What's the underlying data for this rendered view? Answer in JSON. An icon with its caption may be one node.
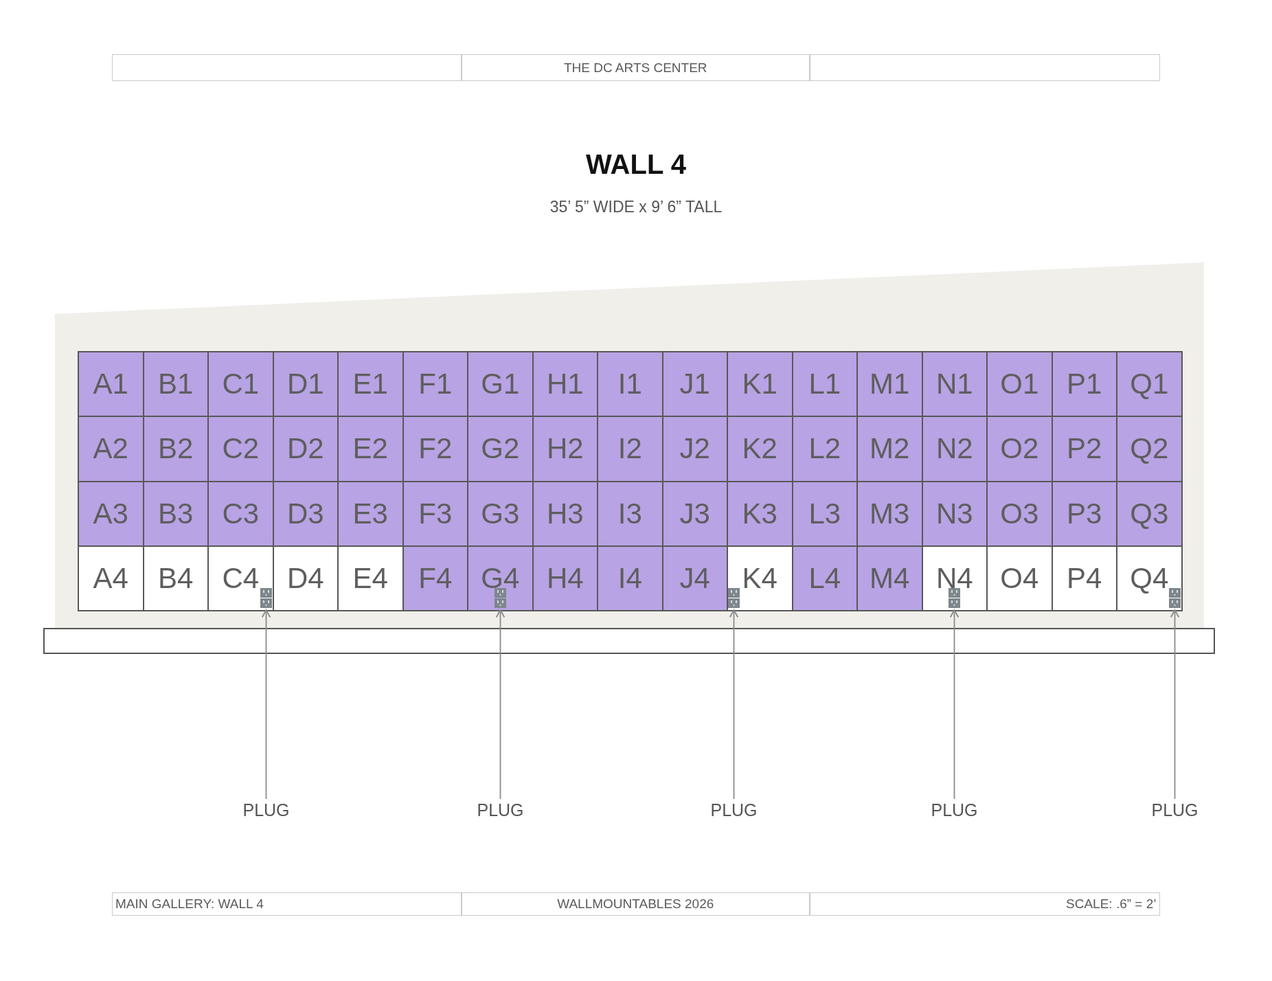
{
  "diagram": {
    "title": "WALL 4",
    "nodes": [
      {
        "text": [
          "A1"
        ]
      },
      {
        "text": [
          "B1"
        ]
      },
      {
        "text": [
          "C1"
        ]
      },
      {
        "text": [
          "D1"
        ]
      },
      {
        "text": [
          "E1"
        ]
      },
      {
        "text": [
          "F1"
        ]
      },
      {
        "text": [
          "G1"
        ]
      },
      {
        "text": [
          "H1"
        ]
      },
      {
        "text": [
          "I1"
        ]
      },
      {
        "text": [
          "J1"
        ]
      },
      {
        "text": [
          "K1"
        ]
      },
      {
        "text": [
          "L1"
        ]
      },
      {
        "text": [
          "M1"
        ]
      },
      {
        "text": [
          "N1"
        ]
      },
      {
        "text": [
          "O1"
        ]
      },
      {
        "text": [
          "P1"
        ]
      },
      {
        "text": [
          "Q1"
        ]
      },
      {
        "text": [
          "A2"
        ]
      },
      {
        "text": [
          "B2"
        ]
      },
      {
        "text": [
          "C2"
        ]
      },
      {
        "text": [
          "D2"
        ]
      },
      {
        "text": [
          "E2"
        ]
      },
      {
        "text": [
          "F2"
        ]
      },
      {
        "text": [
          "G2"
        ]
      },
      {
        "text": [
          "H2"
        ]
      },
      {
        "text": [
          "I2"
        ]
      },
      {
        "text": [
          "J2"
        ]
      },
      {
        "text": [
          "K2"
        ]
      },
      {
        "text": [
          "L2"
        ]
      },
      {
        "text": [
          "M2"
        ]
      },
      {
        "text": [
          "N2"
        ]
      },
      {
        "text": [
          "O2"
        ]
      },
      {
        "text": [
          "P2"
        ]
      },
      {
        "text": [
          "Q2"
        ]
      },
      {
        "text": [
          "A3"
        ]
      },
      {
        "text": [
          "B3"
        ]
      },
      {
        "text": [
          "C3"
        ]
      },
      {
        "text": [
          "D3"
        ]
      },
      {
        "text": [
          "E3"
        ]
      },
      {
        "text": [
          "F3"
        ]
      },
      {
        "text": [
          "G3"
        ]
      },
      {
        "text": [
          "H3"
        ]
      },
      {
        "text": [
          "I3"
        ]
      },
      {
        "text": [
          "J3"
        ]
      },
      {
        "text": [
          "K3"
        ]
      },
      {
        "text": [
          "L3"
        ]
      },
      {
        "text": [
          "M3"
        ]
      },
      {
        "text": [
          "N3"
        ]
      },
      {
        "text": [
          "O3"
        ]
      },
      {
        "text": [
          "P3"
        ]
      },
      {
        "text": [
          "Q3"
        ]
      },
      {
        "text": [
          "A4"
        ]
      },
      {
        "text": [
          "B4"
        ]
      },
      {
        "text": [
          "C4"
        ]
      },
      {
        "text": [
          "D4"
        ]
      },
      {
        "text": [
          "E4"
        ]
      },
      {
        "text": [
          "F4"
        ]
      },
      {
        "text": [
          "G4"
        ]
      },
      {
        "text": [
          "H4"
        ]
      },
      {
        "text": [
          "I4"
        ]
      },
      {
        "text": [
          "J4"
        ]
      },
      {
        "text": [
          "K4"
        ]
      },
      {
        "text": [
          "L4"
        ]
      },
      {
        "text": [
          "M4"
        ]
      },
      {
        "text": [
          "N4"
        ]
      },
      {
        "text": [
          "O4"
        ]
      },
      {
        "text": [
          "P4"
        ]
      },
      {
        "text": [
          "Q4"
        ]
      },
      {
        "text": [],
        "shape": "picture",
        "in": 53
      },
      {
        "text": [],
        "shape": "picture",
        "in": 57
      },
      {
        "text": [],
        "shape": "picture",
        "in": 61
      },
      {
        "text": [],
        "shape": "picture",
        "in": 64
      },
      {
        "text": [],
        "shape": "picture",
        "in": 67
      },
      {
        "text": [
          "PLUG"
        ]
      },
      {
        "text": [
          "PLUG"
        ]
      },
      {
        "text": [
          "PLUG"
        ]
      },
      {
        "text": [
          "PLUG"
        ]
      },
      {
        "text": [
          "PLUG"
        ]
      }
    ],
    "edges": [
      {
        "from": 73,
        "to": 68,
        "arrow": "to"
      },
      {
        "from": 74,
        "to": 69,
        "arrow": "to"
      },
      {
        "from": 75,
        "to": 70,
        "arrow": "to"
      },
      {
        "from": 76,
        "to": 71,
        "arrow": "to"
      },
      {
        "from": 77,
        "to": 72,
        "arrow": "to"
      }
    ],
    "labels": [
      "THE DC ARTS CENTER",
      "35’ 5” WIDE x 9’ 6” TALL",
      "MAIN GALLERY: WALL 4",
      "WALLMOUNTABLES 2026",
      "SCALE: .6” = 2’"
    ]
  }
}
